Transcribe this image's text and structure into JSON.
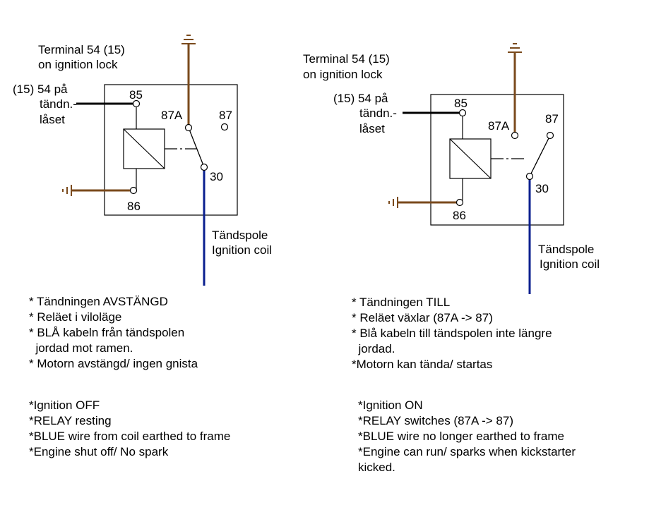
{
  "colors": {
    "ground_wire": "#7a4a1c",
    "coil_wire": "#0a1f8f",
    "signal_wire": "#000000",
    "relay_outline": "#000000"
  },
  "left": {
    "title": [
      "Terminal 54 (15)",
      "on ignition lock"
    ],
    "input_label": [
      "(15) 54 på",
      "tändn.-",
      "låset"
    ],
    "pins": {
      "p85": "85",
      "p87a": "87A",
      "p87": "87",
      "p30": "30",
      "p86": "86"
    },
    "coil_label": [
      "Tändspole",
      "Ignition coil"
    ],
    "notes_sv": [
      "* Tändningen AVSTÄNGD",
      "* Reläet i viloläge",
      "* BLÅ kabeln från tändspolen",
      "  jordad mot ramen.",
      "* Motorn avstängd/ ingen gnista"
    ],
    "notes_en": [
      "*Ignition OFF",
      "*RELAY resting",
      "*BLUE wire from coil earthed to frame",
      "*Engine shut off/ No spark"
    ]
  },
  "right": {
    "title": [
      "Terminal 54 (15)",
      "on ignition lock"
    ],
    "input_label": [
      "(15) 54 på",
      "tändn.-",
      "låset"
    ],
    "pins": {
      "p85": "85",
      "p87a": "87A",
      "p87": "87",
      "p30": "30",
      "p86": "86"
    },
    "coil_label": [
      "Tändspole",
      "Ignition coil"
    ],
    "notes_sv": [
      "* Tändningen TILL",
      "* Reläet växlar (87A -> 87)",
      "* Blå kabeln till tändspolen inte längre",
      "  jordad.",
      "*Motorn kan tända/ startas"
    ],
    "notes_en": [
      "*Ignition ON",
      "*RELAY switches (87A -> 87)",
      "*BLUE wire no longer earthed to frame",
      "*Engine can run/ sparks when kickstarter",
      "kicked."
    ]
  }
}
